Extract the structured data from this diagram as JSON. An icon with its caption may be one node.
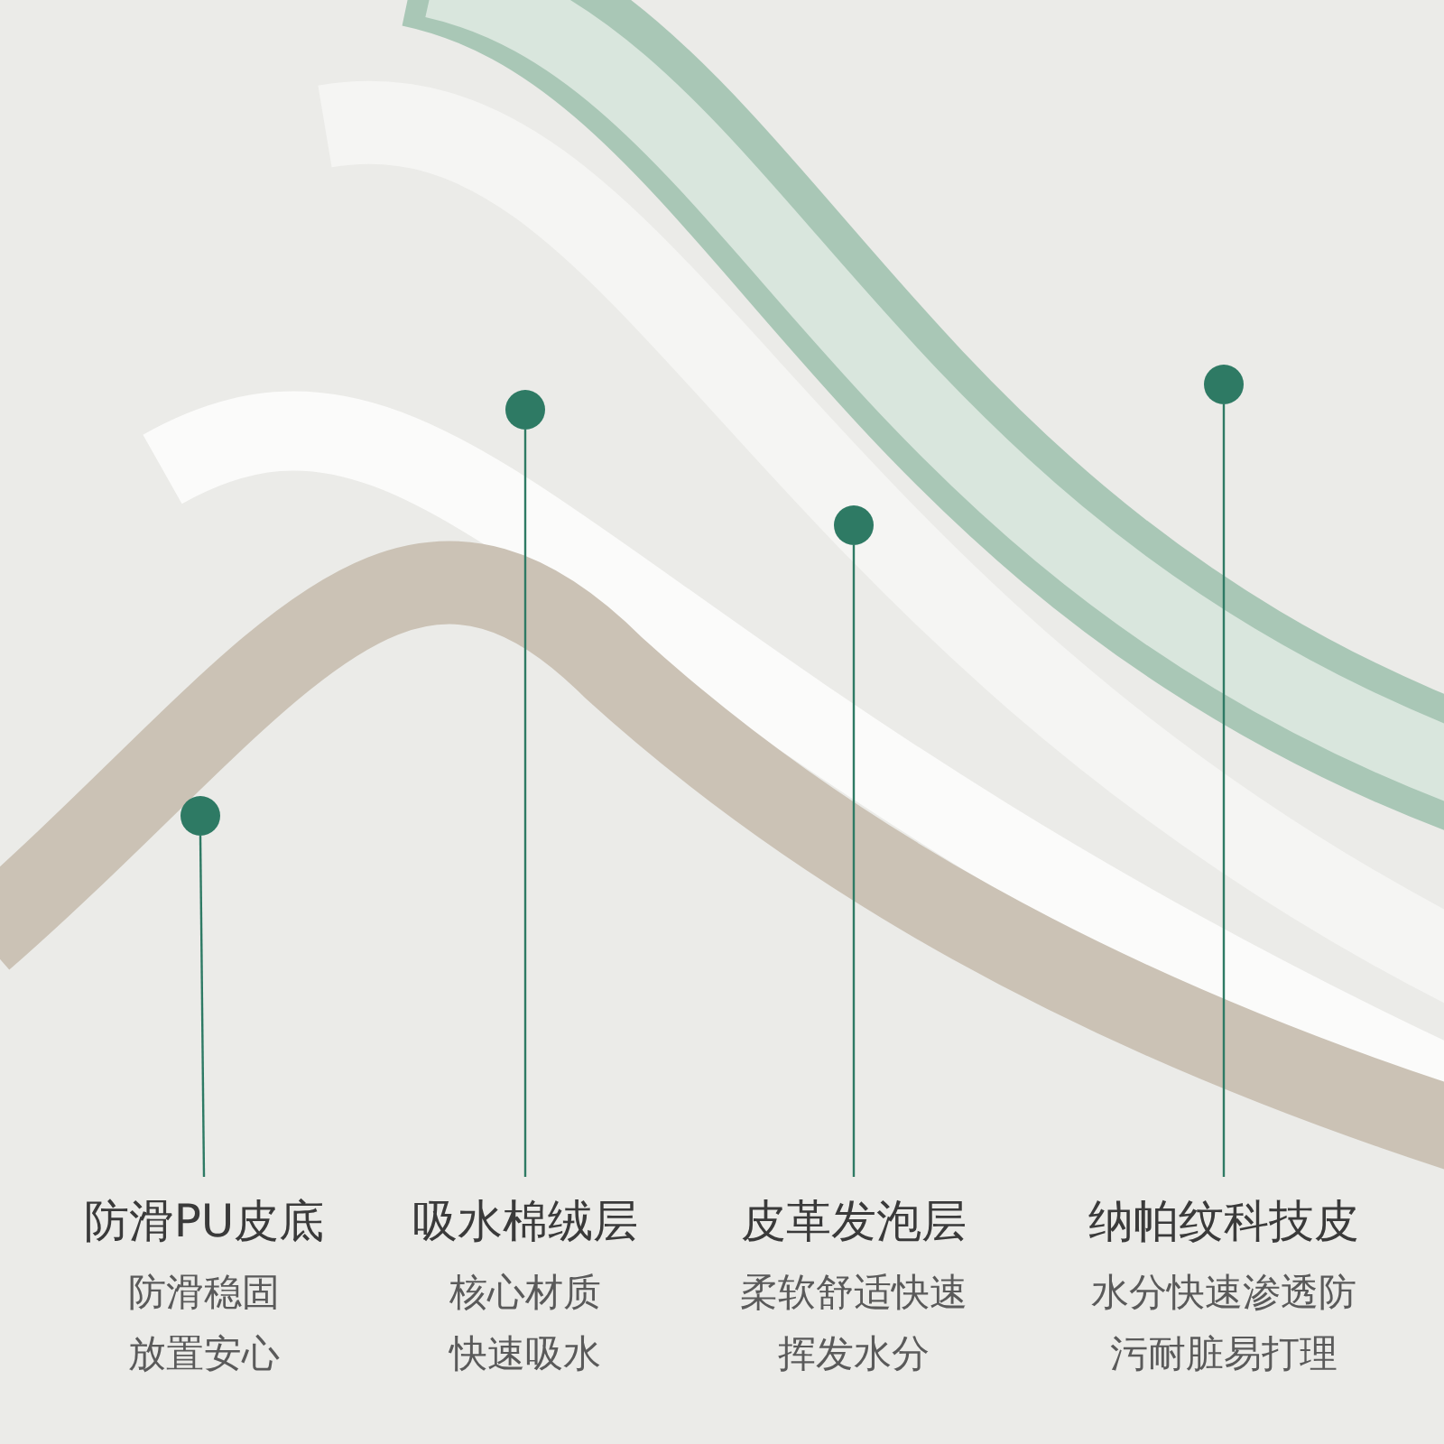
{
  "diagram": {
    "nodes": [
      {
        "text": [
          "防滑PU皮底",
          "防滑稳固放置安心"
        ]
      },
      {
        "text": [
          "吸水棉绒层",
          "核心材质快速吸水"
        ]
      },
      {
        "text": [
          "皮革发泡层",
          "柔软舒适快速挥发水分"
        ]
      },
      {
        "text": [
          "纳帕纹科技皮",
          "水分快速渗透防污耐脏易打理"
        ]
      },
      {
        "text": [],
        "shape": "circle"
      },
      {
        "text": [],
        "shape": "circle"
      },
      {
        "text": [],
        "shape": "circle"
      },
      {
        "text": [],
        "shape": "circle"
      }
    ],
    "edges": [
      {
        "from": 0,
        "to": 4,
        "arrow": "none"
      },
      {
        "from": 1,
        "to": 5,
        "arrow": "none"
      },
      {
        "from": 2,
        "to": 6,
        "arrow": "none"
      },
      {
        "from": 3,
        "to": 7,
        "arrow": "none"
      }
    ]
  }
}
